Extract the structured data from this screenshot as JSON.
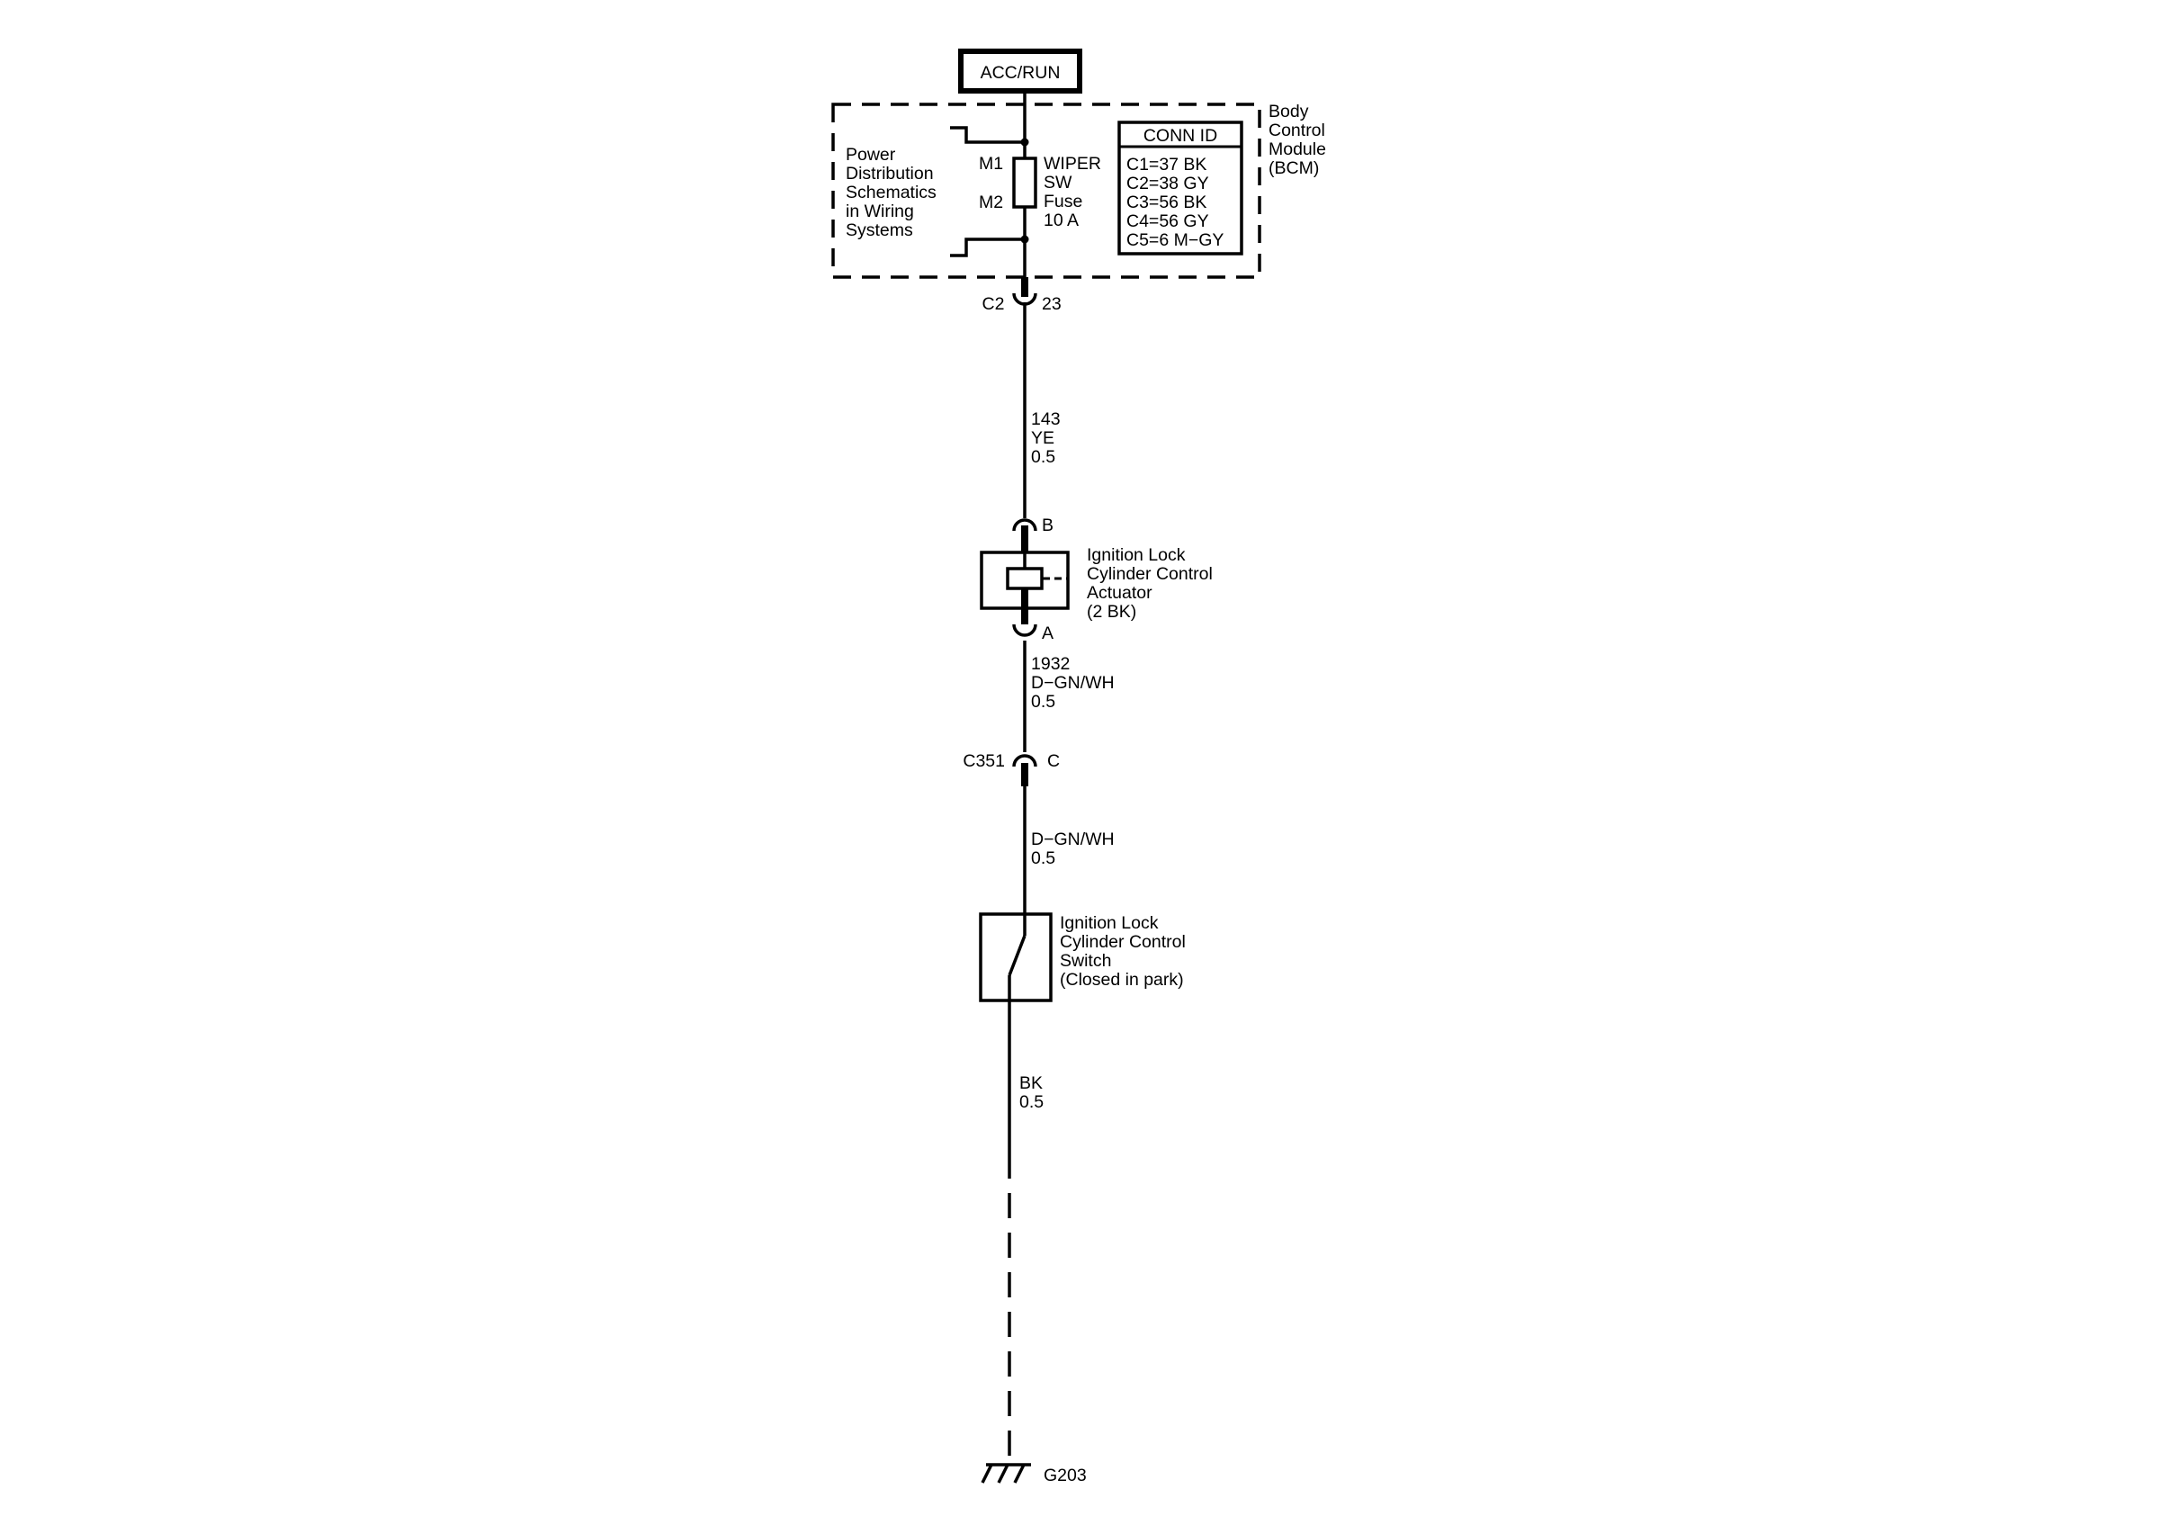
{
  "power_source": {
    "label": "ACC/RUN"
  },
  "bcm": {
    "name_lines": [
      "Body",
      "Control",
      "Module",
      "(BCM)"
    ],
    "pds_note_lines": [
      "Power",
      "Distribution",
      "Schematics",
      "in Wiring",
      "Systems"
    ],
    "bus_labels": {
      "m1": "M1",
      "m2": "M2"
    },
    "fuse_lines": [
      "WIPER",
      "SW",
      "Fuse",
      "10 A"
    ],
    "conn_table": {
      "header": "CONN ID",
      "rows": [
        "C1=37 BK",
        "C2=38 GY",
        "C3=56 BK",
        "C4=56 GY",
        "C5=6 M−GY"
      ]
    },
    "output_connector": {
      "connector": "C2",
      "pin": "23"
    }
  },
  "wires": {
    "w1": [
      "143",
      "YE",
      "0.5"
    ],
    "w2": [
      "1932",
      "D−GN/WH",
      "0.5"
    ],
    "w3": [
      "D−GN/WH",
      "0.5"
    ],
    "w4": [
      "BK",
      "0.5"
    ]
  },
  "actuator": {
    "pin_top": "B",
    "pin_bottom": "A",
    "label_lines": [
      "Ignition Lock",
      "Cylinder Control",
      "Actuator",
      "(2 BK)"
    ]
  },
  "inline_connector": {
    "connector": "C351",
    "pin": "C"
  },
  "switch": {
    "label_lines": [
      "Ignition Lock",
      "Cylinder Control",
      "Switch",
      "(Closed in park)"
    ]
  },
  "ground": {
    "label": "G203"
  }
}
